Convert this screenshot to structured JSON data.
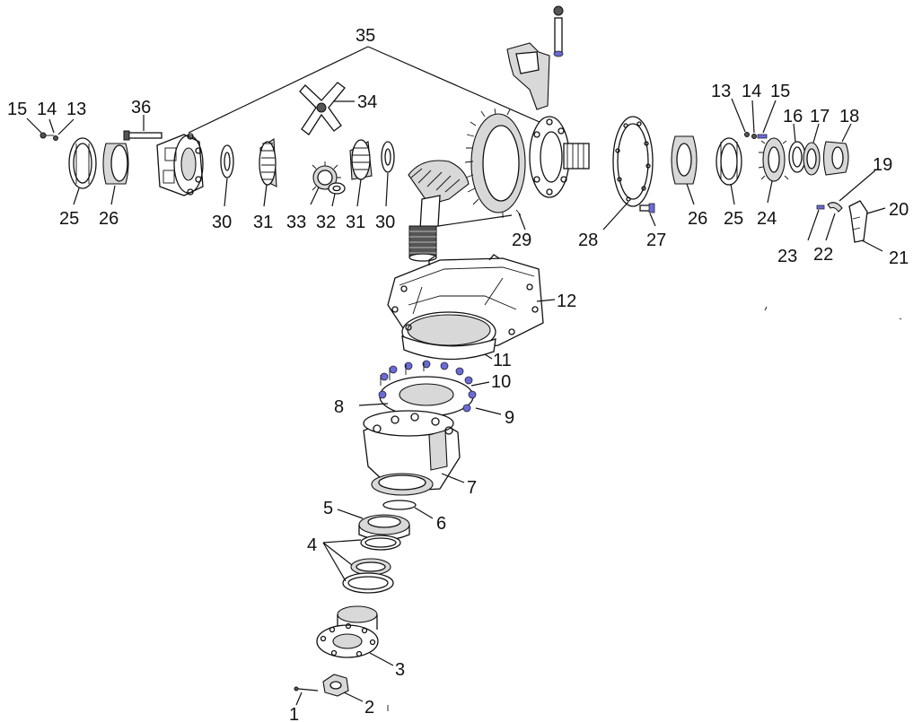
{
  "labels": {
    "l1": "1",
    "l2": "2",
    "l3": "3",
    "l4": "4",
    "l5": "5",
    "l6": "6",
    "l7": "7",
    "l8": "8",
    "l9": "9",
    "l10": "10",
    "l11": "11",
    "l12": "12",
    "l13a": "13",
    "l14a": "14",
    "l15a": "15",
    "l13b": "13",
    "l14b": "14",
    "l15b": "15",
    "l16": "16",
    "l17": "17",
    "l18": "18",
    "l19": "19",
    "l20": "20",
    "l21": "21",
    "l22": "22",
    "l23": "23",
    "l24": "24",
    "l25a": "25",
    "l25b": "25",
    "l26a": "26",
    "l26b": "26",
    "l27": "27",
    "l28": "28",
    "l29": "29",
    "l30a": "30",
    "l30b": "30",
    "l31a": "31",
    "l31b": "31",
    "l32": "32",
    "l33": "33",
    "l34": "34",
    "l35": "35",
    "l36": "36"
  },
  "colors": {
    "line": "#111111",
    "accent_bolt": "#6b6bd6",
    "background": "#ffffff"
  }
}
